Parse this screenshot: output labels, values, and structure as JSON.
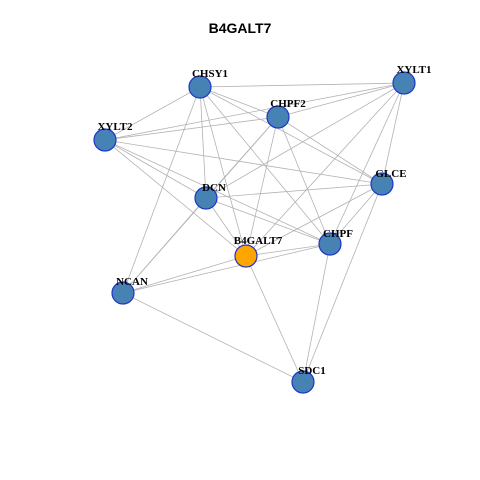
{
  "title": "B4GALT7",
  "colors": {
    "node_fill": "#4682b4",
    "focus_fill": "#ffa500",
    "node_border": "#1f35c9",
    "edge": "#b3b3b3"
  },
  "nodes": [
    {
      "id": "CHSY1",
      "focus": false
    },
    {
      "id": "XYLT1",
      "focus": false
    },
    {
      "id": "CHPF2",
      "focus": false
    },
    {
      "id": "XYLT2",
      "focus": false
    },
    {
      "id": "GLCE",
      "focus": false
    },
    {
      "id": "DCN",
      "focus": false
    },
    {
      "id": "CHPF",
      "focus": false
    },
    {
      "id": "B4GALT7",
      "focus": true
    },
    {
      "id": "NCAN",
      "focus": false
    },
    {
      "id": "SDC1",
      "focus": false
    }
  ],
  "edges": [
    [
      "CHSY1",
      "XYLT1"
    ],
    [
      "CHSY1",
      "CHPF2"
    ],
    [
      "CHSY1",
      "XYLT2"
    ],
    [
      "CHSY1",
      "GLCE"
    ],
    [
      "CHSY1",
      "DCN"
    ],
    [
      "CHSY1",
      "CHPF"
    ],
    [
      "CHSY1",
      "B4GALT7"
    ],
    [
      "CHSY1",
      "NCAN"
    ],
    [
      "XYLT1",
      "CHPF2"
    ],
    [
      "XYLT1",
      "XYLT2"
    ],
    [
      "XYLT1",
      "GLCE"
    ],
    [
      "XYLT1",
      "DCN"
    ],
    [
      "XYLT1",
      "CHPF"
    ],
    [
      "XYLT1",
      "B4GALT7"
    ],
    [
      "CHPF2",
      "XYLT2"
    ],
    [
      "CHPF2",
      "GLCE"
    ],
    [
      "CHPF2",
      "DCN"
    ],
    [
      "CHPF2",
      "CHPF"
    ],
    [
      "CHPF2",
      "B4GALT7"
    ],
    [
      "CHPF2",
      "NCAN"
    ],
    [
      "XYLT2",
      "GLCE"
    ],
    [
      "XYLT2",
      "DCN"
    ],
    [
      "XYLT2",
      "CHPF"
    ],
    [
      "XYLT2",
      "B4GALT7"
    ],
    [
      "GLCE",
      "DCN"
    ],
    [
      "GLCE",
      "CHPF"
    ],
    [
      "GLCE",
      "B4GALT7"
    ],
    [
      "GLCE",
      "SDC1"
    ],
    [
      "DCN",
      "CHPF"
    ],
    [
      "DCN",
      "B4GALT7"
    ],
    [
      "DCN",
      "NCAN"
    ],
    [
      "CHPF",
      "B4GALT7"
    ],
    [
      "CHPF",
      "NCAN"
    ],
    [
      "CHPF",
      "SDC1"
    ],
    [
      "B4GALT7",
      "NCAN"
    ],
    [
      "B4GALT7",
      "SDC1"
    ],
    [
      "NCAN",
      "SDC1"
    ]
  ]
}
